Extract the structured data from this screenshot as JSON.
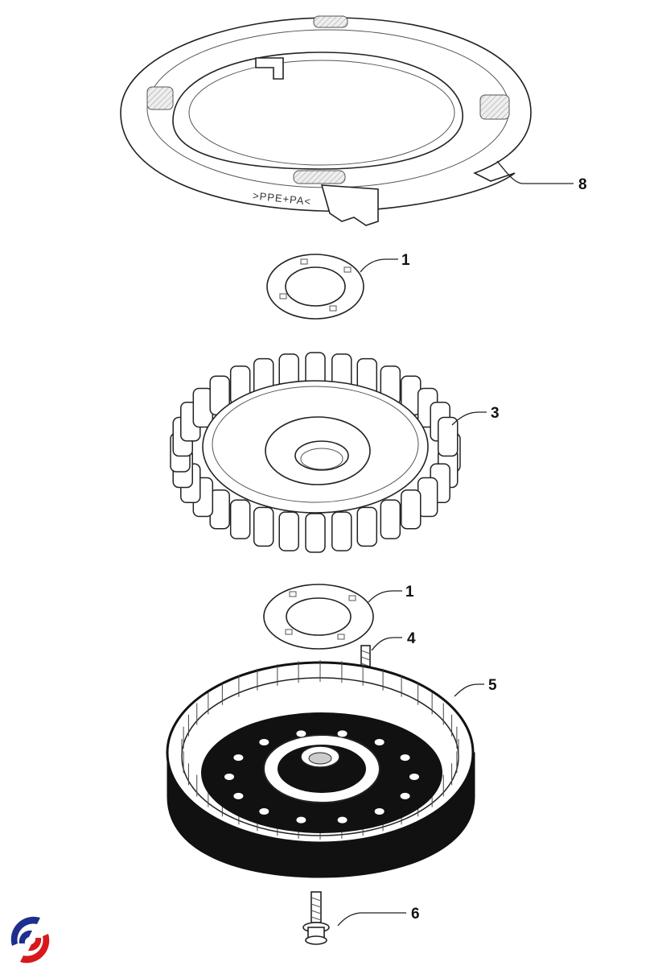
{
  "diagram": {
    "type": "exploded-parts-view",
    "ring_stamp": ">PPE+PA<",
    "callouts": [
      {
        "id": "callout-8",
        "label": "8"
      },
      {
        "id": "callout-1-top",
        "label": "1"
      },
      {
        "id": "callout-3",
        "label": "3"
      },
      {
        "id": "callout-1-bottom",
        "label": "1"
      },
      {
        "id": "callout-4",
        "label": "4"
      },
      {
        "id": "callout-5",
        "label": "5"
      },
      {
        "id": "callout-6",
        "label": "6"
      }
    ],
    "logo": {
      "colors": {
        "blue": "#1f2f8f",
        "red": "#d8191c"
      }
    }
  }
}
